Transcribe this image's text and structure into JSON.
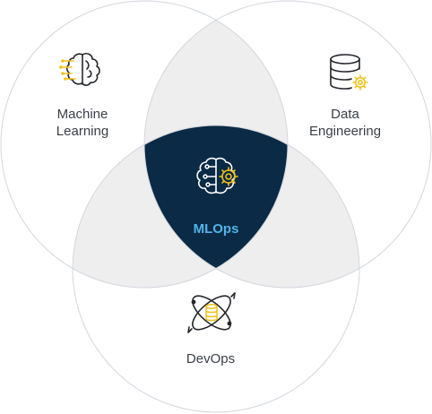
{
  "diagram": {
    "circles": [
      {
        "id": "machine-learning",
        "label_lines": [
          "Machine",
          "Learning"
        ],
        "icon": "brain-circuit-icon"
      },
      {
        "id": "data-engineering",
        "label_lines": [
          "Data",
          "Engineering"
        ],
        "icon": "database-gear-icon"
      },
      {
        "id": "devops",
        "label_lines": [
          "DevOps"
        ],
        "icon": "orbit-database-icon"
      }
    ],
    "center": {
      "label": "MLOps",
      "icon": "brain-gear-icon"
    }
  },
  "colors": {
    "circle_stroke": "#d2d7de",
    "pair_overlap_fill": "#eeeeee",
    "center_fill": "#0a2a45",
    "center_label": "#4fb6ea",
    "icon_dark": "#23262b",
    "icon_accent": "#f2c11a",
    "label_text": "#3a3f47"
  }
}
